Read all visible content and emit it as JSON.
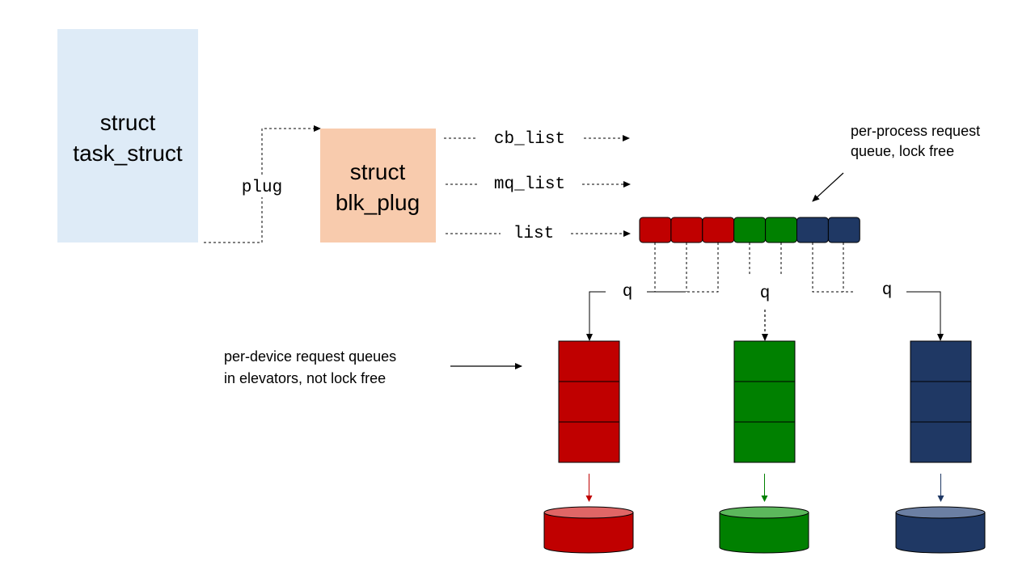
{
  "task_struct": {
    "line1": "struct",
    "line2": "task_struct",
    "fill": "#deebf7"
  },
  "plug_label": "plug",
  "blk_plug": {
    "line1": "struct",
    "line2": "blk_plug",
    "fill": "#f8cbad"
  },
  "fields": {
    "cb_list": "cb_list",
    "mq_list": "mq_list",
    "list": "list"
  },
  "per_process_note": {
    "line1": "per-process request",
    "line2": "queue, lock free"
  },
  "per_device_note": {
    "line1": "per-device request queues",
    "line2": "in elevators,  not lock free"
  },
  "q_label": "q",
  "plug_list_colors": [
    "red",
    "red",
    "red",
    "green",
    "green",
    "navy",
    "navy"
  ],
  "colors": {
    "red": "#c00000",
    "red_top": "#e06666",
    "green": "#008000",
    "green_top": "#5cb85c",
    "navy": "#1f3864",
    "navy_top": "#6b7fa3",
    "line": "#000000"
  },
  "device_queues": [
    {
      "color": "red",
      "slots": 3
    },
    {
      "color": "green",
      "slots": 3
    },
    {
      "color": "navy",
      "slots": 3
    }
  ],
  "disks": [
    "red",
    "green",
    "navy"
  ]
}
